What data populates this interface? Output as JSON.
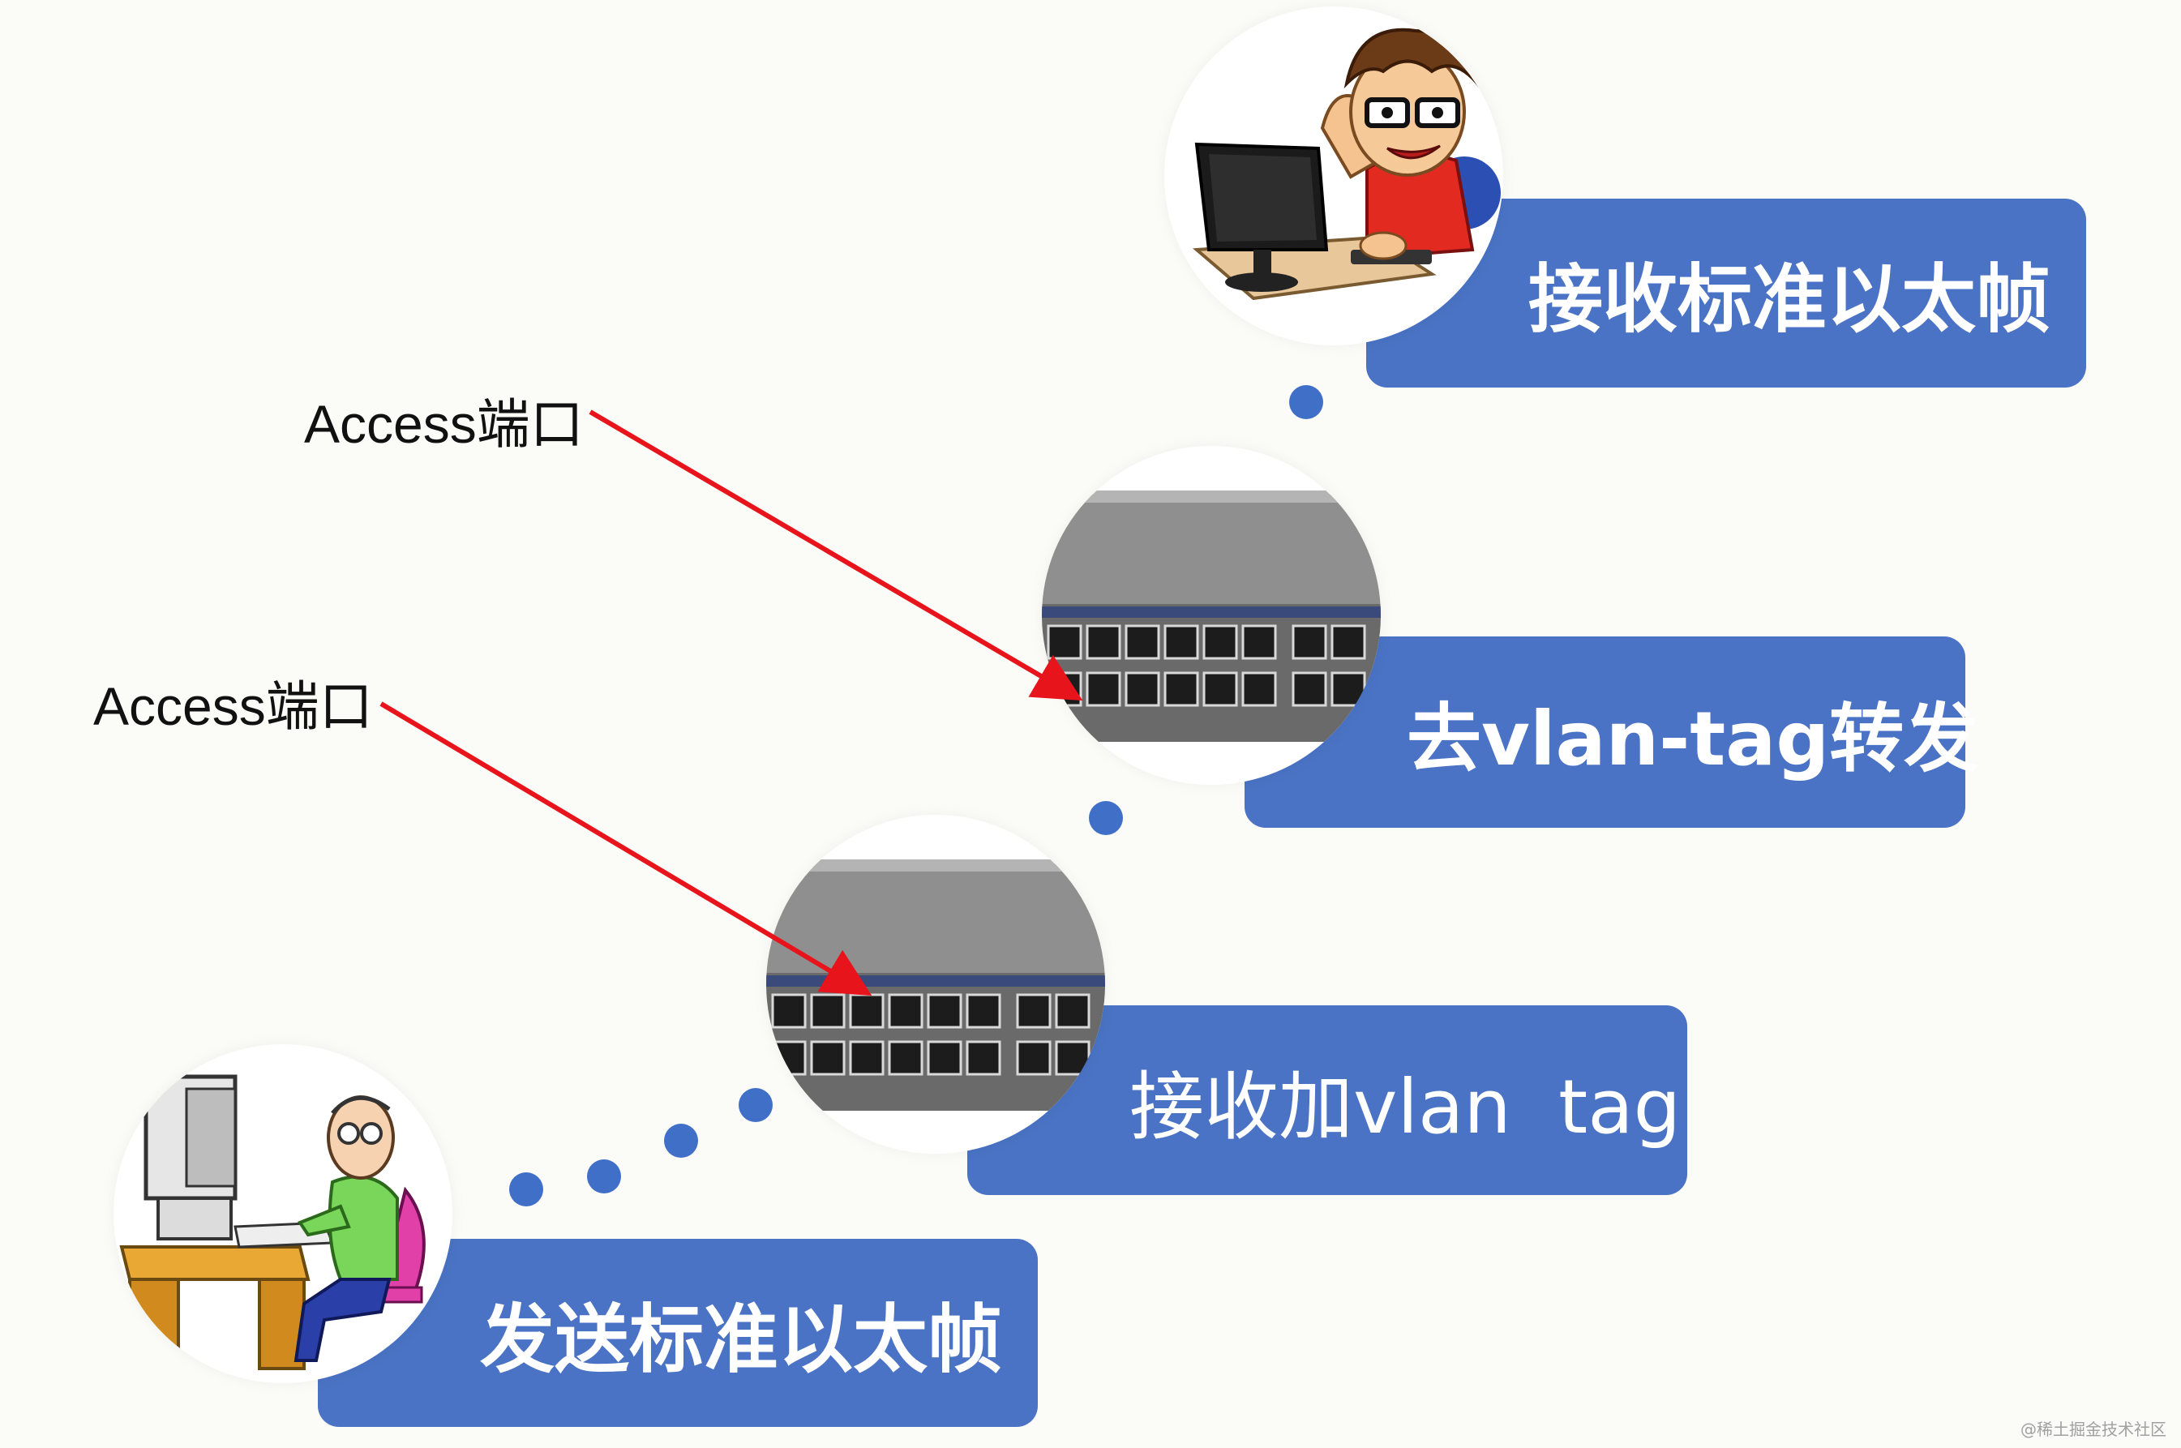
{
  "steps": {
    "receive_standard": "接收标准以太帧",
    "strip_vlan_forward": "去vlan-tag转发",
    "receive_add_vlan": "接收加vlan  tag",
    "send_standard": "发送标准以太帧"
  },
  "ports": {
    "upper": "Access端口",
    "lower": "Access端口"
  },
  "colors": {
    "box": "#4a73c5",
    "dot": "#3f6fc7",
    "arrow": "#e8141c"
  },
  "icons": {
    "receiver": "cartoon-man-at-computer-icon",
    "switch_upper": "network-switch-icon",
    "switch_lower": "network-switch-icon",
    "sender": "cartoon-man-typing-icon"
  },
  "watermark": "@稀土掘金技术社区"
}
